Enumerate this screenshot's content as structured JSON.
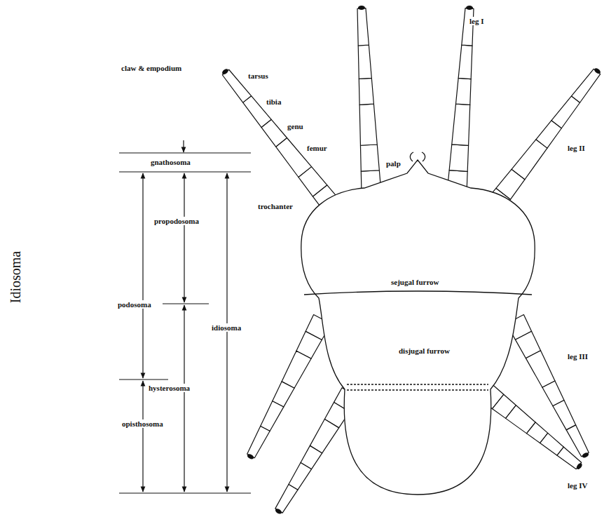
{
  "diagram": {
    "labels": [
      "leg I",
      "claw & empodium",
      "tarsus",
      "tibia",
      "genu",
      "femur",
      "palp",
      "leg II",
      "gnathosoma",
      "trochanter",
      "propodosoma",
      "podosoma",
      "idiosoma",
      "sejugal furrow",
      "disjugal furrow",
      "leg III",
      "hysterosoma",
      "opisthosoma",
      "leg IV",
      "Idiosoma"
    ]
  }
}
